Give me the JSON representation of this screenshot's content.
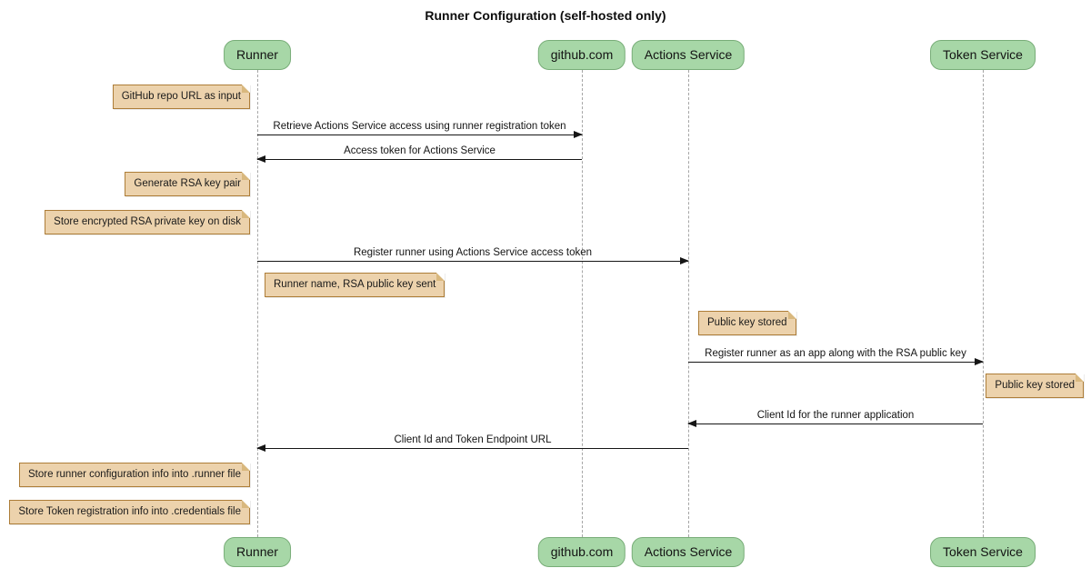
{
  "title": "Runner Configuration (self-hosted only)",
  "colors": {
    "background": "#ffffff",
    "participant_fill": "#a7d7a7",
    "participant_border": "#78ad78",
    "note_fill": "#ecd2ac",
    "note_border": "#ad7d38",
    "lifeline": "#a6a6a6",
    "arrow": "#161616",
    "text": "#111111"
  },
  "participants": [
    {
      "label": "Runner"
    },
    {
      "label": "github.com"
    },
    {
      "label": "Actions Service"
    },
    {
      "label": "Token Service"
    }
  ],
  "messages": [
    {
      "label": "Retrieve Actions Service access using runner registration token",
      "from": "Runner",
      "to": "github.com",
      "direction": "right"
    },
    {
      "label": "Access token for Actions Service",
      "from": "github.com",
      "to": "Runner",
      "direction": "left"
    },
    {
      "label": "Register runner using Actions Service access token",
      "from": "Runner",
      "to": "Actions Service",
      "direction": "right"
    },
    {
      "label": "Register runner as an app along with the RSA public key",
      "from": "Actions Service",
      "to": "Token Service",
      "direction": "right"
    },
    {
      "label": "Client Id for the runner application",
      "from": "Token Service",
      "to": "Actions Service",
      "direction": "left"
    },
    {
      "label": "Client Id and Token Endpoint URL",
      "from": "Actions Service",
      "to": "Runner",
      "direction": "left"
    }
  ],
  "notes": [
    {
      "text": "GitHub repo URL as input",
      "anchor": "Runner"
    },
    {
      "text": "Generate RSA key pair",
      "anchor": "Runner"
    },
    {
      "text": "Store encrypted RSA private key on disk",
      "anchor": "Runner"
    },
    {
      "text": "Runner name, RSA public key sent",
      "anchor": "Runner"
    },
    {
      "text": "Public key stored",
      "anchor": "Actions Service"
    },
    {
      "text": "Public key stored",
      "anchor": "Token Service"
    },
    {
      "text": "Store runner configuration info into .runner file",
      "anchor": "Runner"
    },
    {
      "text": "Store Token registration info into .credentials file",
      "anchor": "Runner"
    }
  ]
}
